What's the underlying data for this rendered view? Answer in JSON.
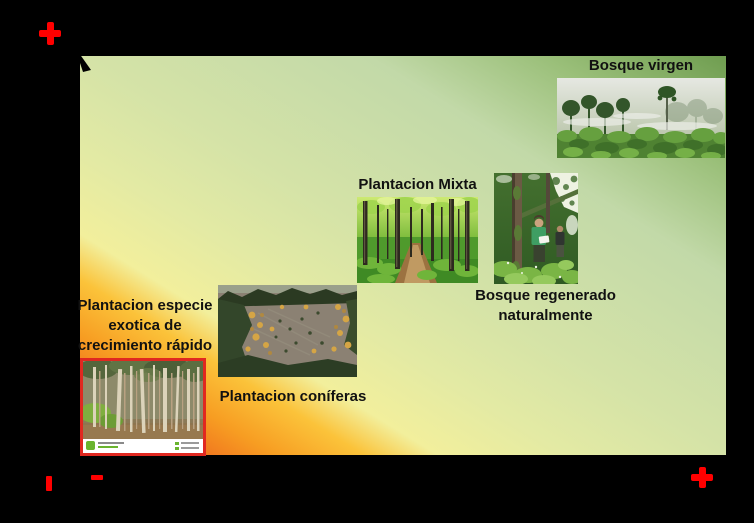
{
  "diagram": {
    "background_color": "#000000",
    "description_stages_order": [
      "exotica",
      "coniferas",
      "mixta",
      "regenerado",
      "virgen"
    ]
  },
  "plot": {
    "gradient_colors": {
      "bottom_left": "#e23e1b",
      "left_mid": "#f79d22",
      "top_left": "#f2ef9c",
      "center": "#d5e3a7",
      "bottom_right": "#c2d9a8",
      "top_right": "#6f9d50"
    }
  },
  "axes": {
    "symbol_color": "#ff0000",
    "y_axis": {
      "top_symbol": "+",
      "bottom_symbol": "-"
    },
    "x_axis": {
      "left_symbol": "-",
      "right_symbol": "+"
    }
  },
  "stages": [
    {
      "id": "exotica",
      "label": "Plantacion especie exotica de crecimiento rápido"
    },
    {
      "id": "coniferas",
      "label": "Plantacion coníferas"
    },
    {
      "id": "mixta",
      "label": "Plantacion Mixta"
    },
    {
      "id": "regenerado",
      "label": "Bosque regenerado naturalmente"
    },
    {
      "id": "virgen",
      "label": "Bosque virgen"
    }
  ]
}
